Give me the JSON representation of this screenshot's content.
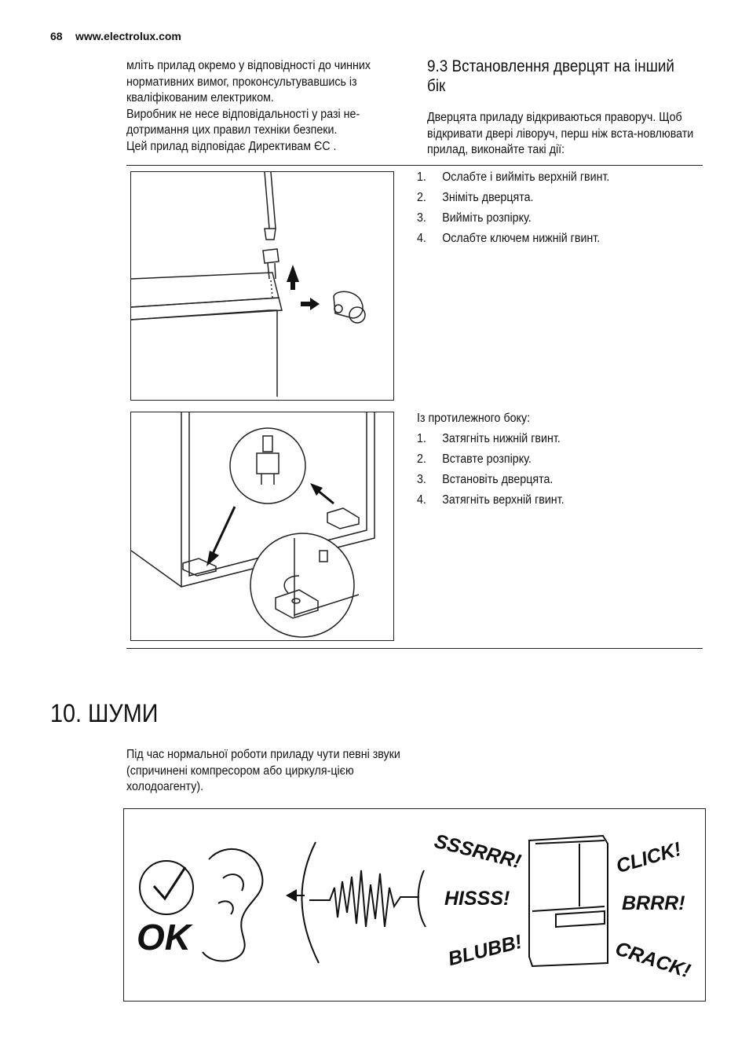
{
  "header": {
    "page_number": "68",
    "site": "www.electrolux.com"
  },
  "left_column": {
    "p1": "мліть прилад окремо у відповідності до чинних нормативних вимог, проконсультувавшись із кваліфікованим електриком.",
    "p2": "Виробник не несе відповідальності у разі не-дотримання цих правил техніки безпеки.",
    "p3": "Цей прилад відповідає Директивам ЄС ."
  },
  "section_9_3": {
    "number": "9.3",
    "title": "Встановлення дверцят на інший бік",
    "intro": "Дверцята приладу відкриваються праворуч. Щоб відкривати двері ліворуч, перш ніж вста-новлювати прилад, виконайте такі дії:",
    "steps_a": [
      {
        "n": "1.",
        "text": "Ослабте і вийміть верхній гвинт."
      },
      {
        "n": "2.",
        "text": "Зніміть дверцята."
      },
      {
        "n": "3.",
        "text": "Вийміть розпірку."
      },
      {
        "n": "4.",
        "text": "Ослабте ключем нижній гвинт."
      }
    ],
    "steps_b_heading": "Із протилежного боку:",
    "steps_b": [
      {
        "n": "1.",
        "text": "Затягніть нижній гвинт."
      },
      {
        "n": "2.",
        "text": "Вставте розпірку."
      },
      {
        "n": "3.",
        "text": "Встановіть дверцята."
      },
      {
        "n": "4.",
        "text": "Затягніть верхній гвинт."
      }
    ]
  },
  "chapter_10": {
    "number": "10.",
    "title": "ШУМИ",
    "text": "Під час нормальної роботи приладу чути певні звуки (спричинені компресором або циркуля-цією холодоагенту)."
  },
  "noise_figure": {
    "ok_label": "OK",
    "sounds": [
      "SSSRRR!",
      "HISSS!",
      "BLUBB!",
      "CLICK!",
      "BRRR!",
      "CRACK!"
    ]
  }
}
